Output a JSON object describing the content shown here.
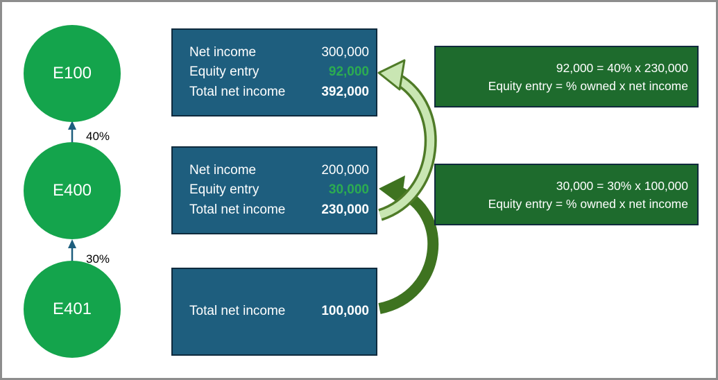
{
  "colors": {
    "entity_green": "#14a44c",
    "income_box_blue": "#1e5e7e",
    "box_border_navy": "#0e2a3d",
    "callout_green": "#1e6b2d",
    "highlight_value_green": "#2cac51",
    "connector_blue": "#1e5e7e",
    "curved_arrow_light_fill": "#c9e6b3",
    "curved_arrow_light_outline": "#4f7b28",
    "curved_arrow_dark": "#3e7320",
    "frame_border_gray": "#8d8d8d",
    "text_white": "#ffffff"
  },
  "org_chart": {
    "entities": [
      {
        "label": "E100"
      },
      {
        "label": "E400"
      },
      {
        "label": "E401"
      }
    ],
    "ownership_links": [
      {
        "from": "E400",
        "to": "E100",
        "percent": "40%"
      },
      {
        "from": "E401",
        "to": "E400",
        "percent": "30%"
      }
    ]
  },
  "income_boxes": [
    {
      "rows": [
        {
          "label": "Net income",
          "value": "300,000"
        },
        {
          "label": "Equity entry",
          "value": "92,000"
        },
        {
          "label": "Total net income",
          "value": "392,000"
        }
      ]
    },
    {
      "rows": [
        {
          "label": "Net income",
          "value": "200,000"
        },
        {
          "label": "Equity entry",
          "value": "30,000"
        },
        {
          "label": "Total net income",
          "value": "230,000"
        }
      ]
    },
    {
      "rows": [
        {
          "label": "Total net income",
          "value": "100,000"
        }
      ]
    }
  ],
  "callouts": [
    {
      "formula": "92,000 = 40% x 230,000",
      "rule": "Equity entry = % owned x net income"
    },
    {
      "formula": "30,000 = 30% x 100,000",
      "rule": "Equity entry = % owned x net income"
    }
  ]
}
